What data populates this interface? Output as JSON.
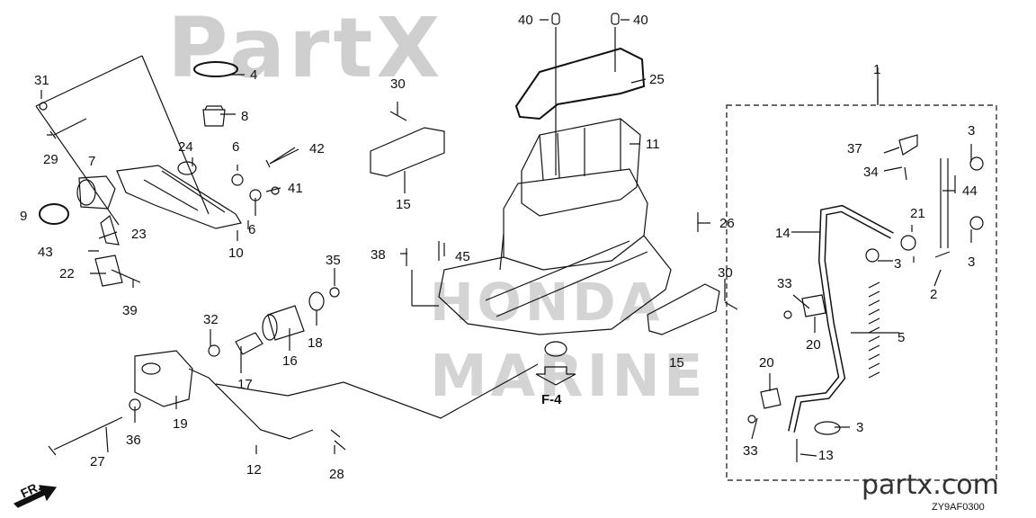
{
  "watermarks": {
    "top": "PartX",
    "middle": "HONDA",
    "bottom": "MARINE"
  },
  "callouts": {
    "c1": "1",
    "c2": "2",
    "c3a": "3",
    "c3b": "3",
    "c3c": "3",
    "c3d": "3",
    "c4": "4",
    "c5": "5",
    "c6a": "6",
    "c6b": "6",
    "c7": "7",
    "c8": "8",
    "c9": "9",
    "c10": "10",
    "c11": "11",
    "c12": "12",
    "c13": "13",
    "c14": "14",
    "c15a": "15",
    "c15b": "15",
    "c16": "16",
    "c17": "17",
    "c18": "18",
    "c19": "19",
    "c20a": "20",
    "c20b": "20",
    "c21": "21",
    "c22": "22",
    "c23": "23",
    "c24": "24",
    "c25": "25",
    "c26": "26",
    "c27": "27",
    "c28": "28",
    "c29": "29",
    "c30a": "30",
    "c30b": "30",
    "c31": "31",
    "c32": "32",
    "c33a": "33",
    "c33b": "33",
    "c34": "34",
    "c35": "35",
    "c36": "36",
    "c37": "37",
    "c38": "38",
    "c39": "39",
    "c40a": "40",
    "c40b": "40",
    "c41": "41",
    "c42": "42",
    "c43": "43",
    "c44": "44",
    "c45": "45"
  },
  "reference": "F-4",
  "direction_label": "FR.",
  "site": "partx.com",
  "diagram_code": "ZY9AF0300"
}
